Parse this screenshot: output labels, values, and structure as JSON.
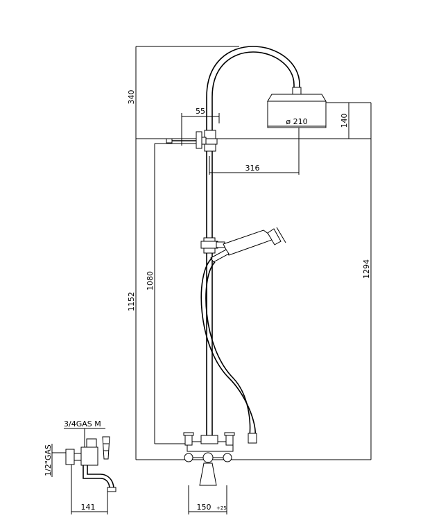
{
  "dimensions": {
    "d340": "340",
    "d55": "55",
    "d140": "140",
    "d210": "ø 210",
    "d316": "316",
    "d1080": "1080",
    "d1152": "1152",
    "d1294": "1294",
    "d141": "141",
    "d150": "150",
    "d150_tol": "+25"
  },
  "labels": {
    "thread_top": "3/4GAS M",
    "thread_side": "1/2\"GAS"
  }
}
